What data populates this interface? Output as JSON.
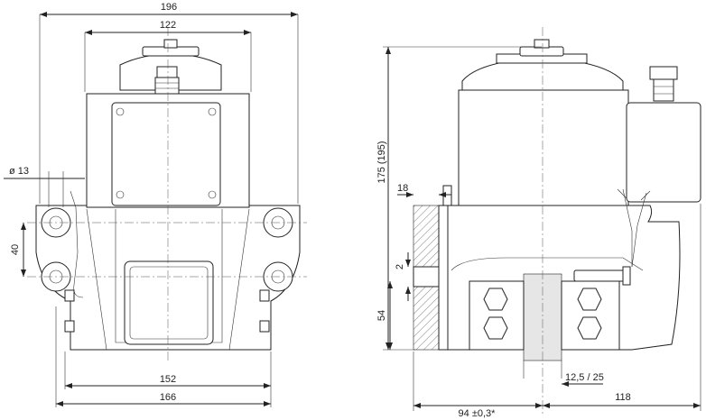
{
  "dimensions": {
    "overall_width": "196",
    "top_width": "122",
    "hole_diameter": "ø 13",
    "hole_spacing": "40",
    "foot_inner": "152",
    "foot_outer": "166",
    "height": "175 (195)",
    "flange": "18",
    "gap": "2",
    "lower_height": "54",
    "stroke": "12,5 / 25",
    "left_offset": "94 ±0,3*",
    "right_offset": "118"
  }
}
